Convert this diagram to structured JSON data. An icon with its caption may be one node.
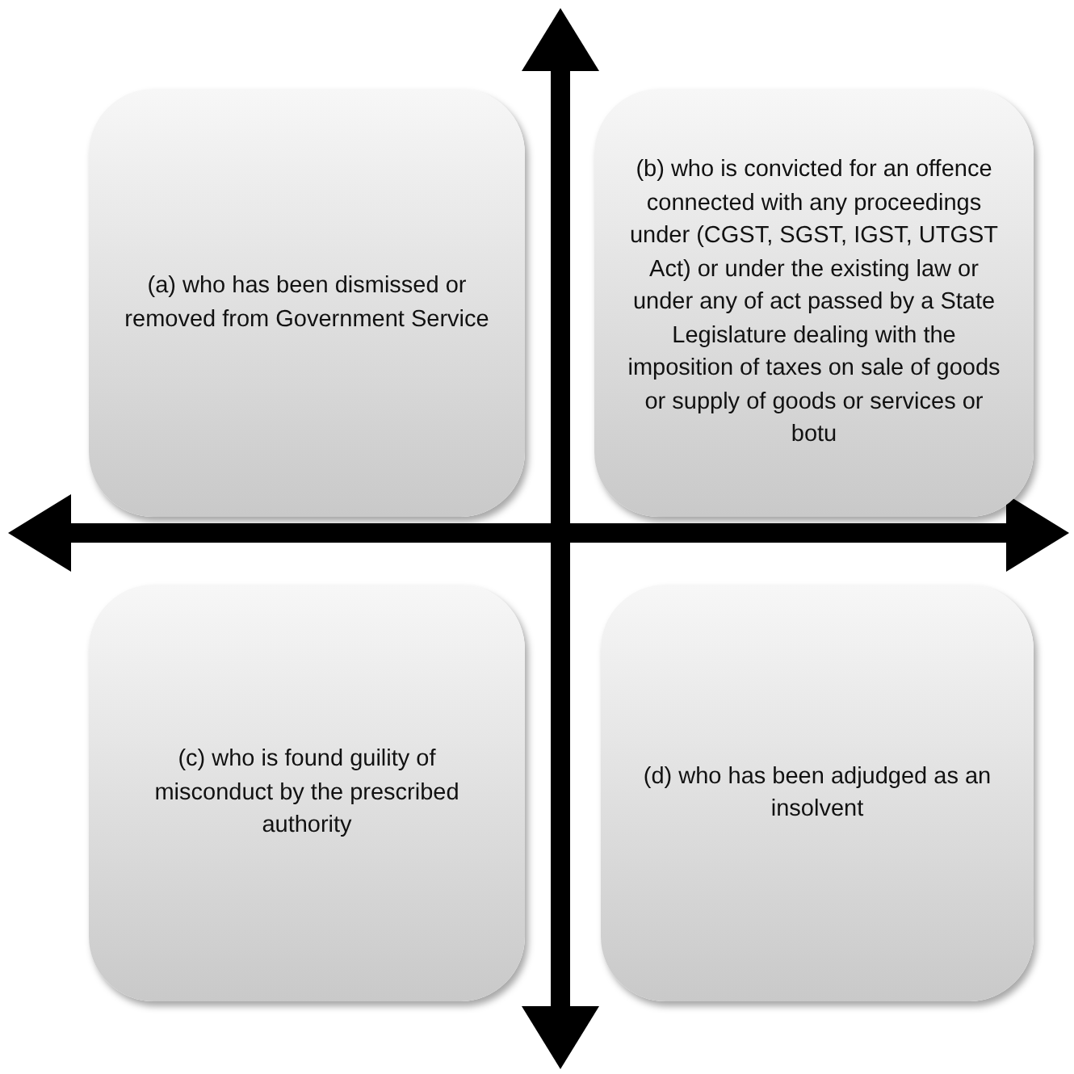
{
  "diagram": {
    "nodes": [
      {
        "text": [
          "(a) who has been dismissed or removed from Government Service"
        ]
      },
      {
        "text": [
          "(b) who is convicted for an offence connected with any proceedings under (CGST, SGST, IGST, UTGST Act) or under the existing law or under any of act passed by a State Legislature dealing with the imposition of taxes on sale of goods or supply of goods or services or botu"
        ]
      },
      {
        "text": [
          "(c) who is found guility of misconduct by the prescribed authority"
        ]
      },
      {
        "text": [
          "(d) who has been adjudged as an insolvent"
        ]
      }
    ]
  }
}
